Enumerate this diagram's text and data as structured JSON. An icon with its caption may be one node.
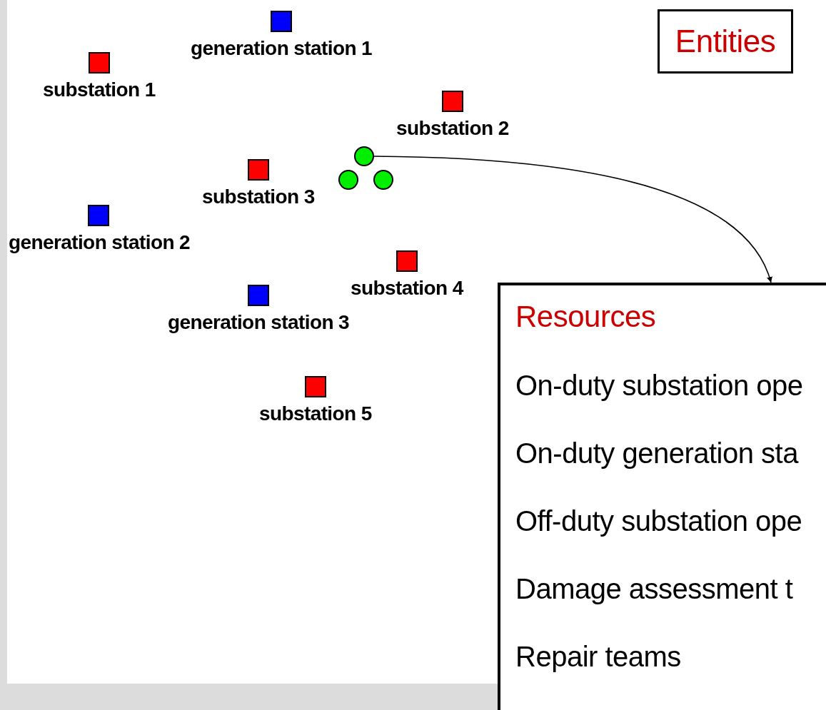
{
  "diagram": {
    "nodes": [
      {
        "text": [
          "generation station 1"
        ]
      },
      {
        "text": [
          "Entities"
        ]
      },
      {
        "text": [
          "substation 1"
        ]
      },
      {
        "text": [
          "substation 2"
        ]
      },
      {
        "text": [],
        "shape": "circle"
      },
      {
        "text": [],
        "shape": "circle"
      },
      {
        "text": [],
        "shape": "circle"
      },
      {
        "text": [
          "substation 3"
        ]
      },
      {
        "text": [
          "generation station 2"
        ]
      },
      {
        "text": [
          "substation 4"
        ]
      },
      {
        "text": [
          "Resources",
          "On-duty substation ope",
          "On-duty generation sta",
          "Off-duty substation ope",
          "Damage assessment t",
          "Repair teams"
        ]
      },
      {
        "text": [
          "generation station 3"
        ]
      },
      {
        "text": [
          "substation 5"
        ]
      }
    ],
    "edges": [
      {
        "from": 4,
        "to": 10,
        "arrow": "to"
      }
    ]
  }
}
